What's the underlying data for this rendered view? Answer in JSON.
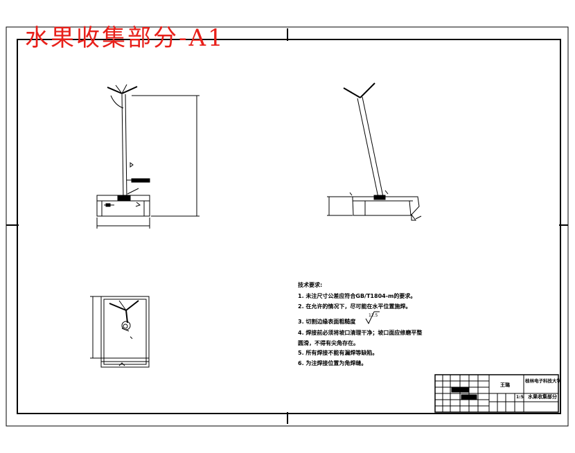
{
  "drawing_title": "水果收集部分-A1",
  "tech_notes": {
    "heading": "技术要求:",
    "items": [
      "1. 未注尺寸公差应符合GB/T1804-m的要求。",
      "2. 在允许的情况下，尽可能在水平位置施焊。",
      "3. 切割边缘表面粗糙度",
      "4. 焊接前必须将坡口清理干净；坡口面应修磨平整",
      "圆滑，不得有尖角存在。",
      "5. 所有焊接不能有漏焊等缺陷。",
      "6. 为注焊接位置为角焊缝。"
    ],
    "roughness_value": "12.5"
  },
  "title_block": {
    "designer": "王璐",
    "school": "桂林电子科技大学",
    "part_name": "水果收集部分",
    "scale": "1:5"
  }
}
